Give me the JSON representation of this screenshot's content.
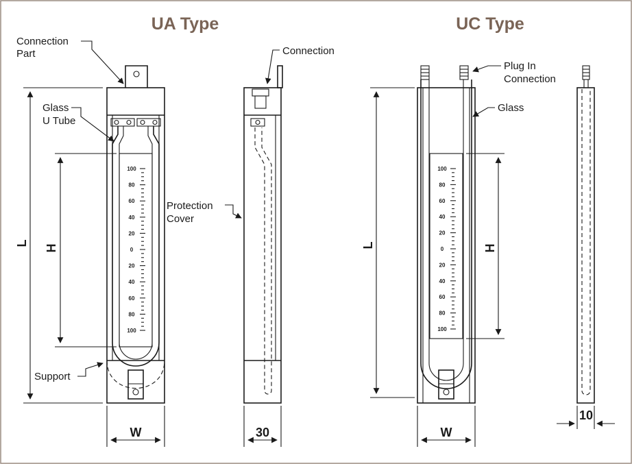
{
  "titles": {
    "ua": "UA Type",
    "uc": "UC Type"
  },
  "labels": {
    "connection_part_1": "Connection",
    "connection_part_2": "Part",
    "glass_u_tube_1": "Glass",
    "glass_u_tube_2": "U Tube",
    "support": "Support",
    "connection": "Connection",
    "protection_cover_1": "Protection",
    "protection_cover_2": "Cover",
    "plug_in_1": "Plug In",
    "plug_in_2": "Connection",
    "glass": "Glass"
  },
  "dimensions": {
    "ua_length": "L",
    "ua_height": "H",
    "ua_width": "W",
    "ua_side_depth": "30",
    "uc_length": "L",
    "uc_height": "H",
    "uc_width": "W",
    "uc_side_depth": "10"
  },
  "scale_ticks": [
    "100",
    "80",
    "60",
    "40",
    "20",
    "0",
    "20",
    "40",
    "60",
    "80",
    "100"
  ],
  "colors": {
    "title": "#7a6456",
    "line": "#1a1a1a",
    "frame": "#9a8c80"
  }
}
